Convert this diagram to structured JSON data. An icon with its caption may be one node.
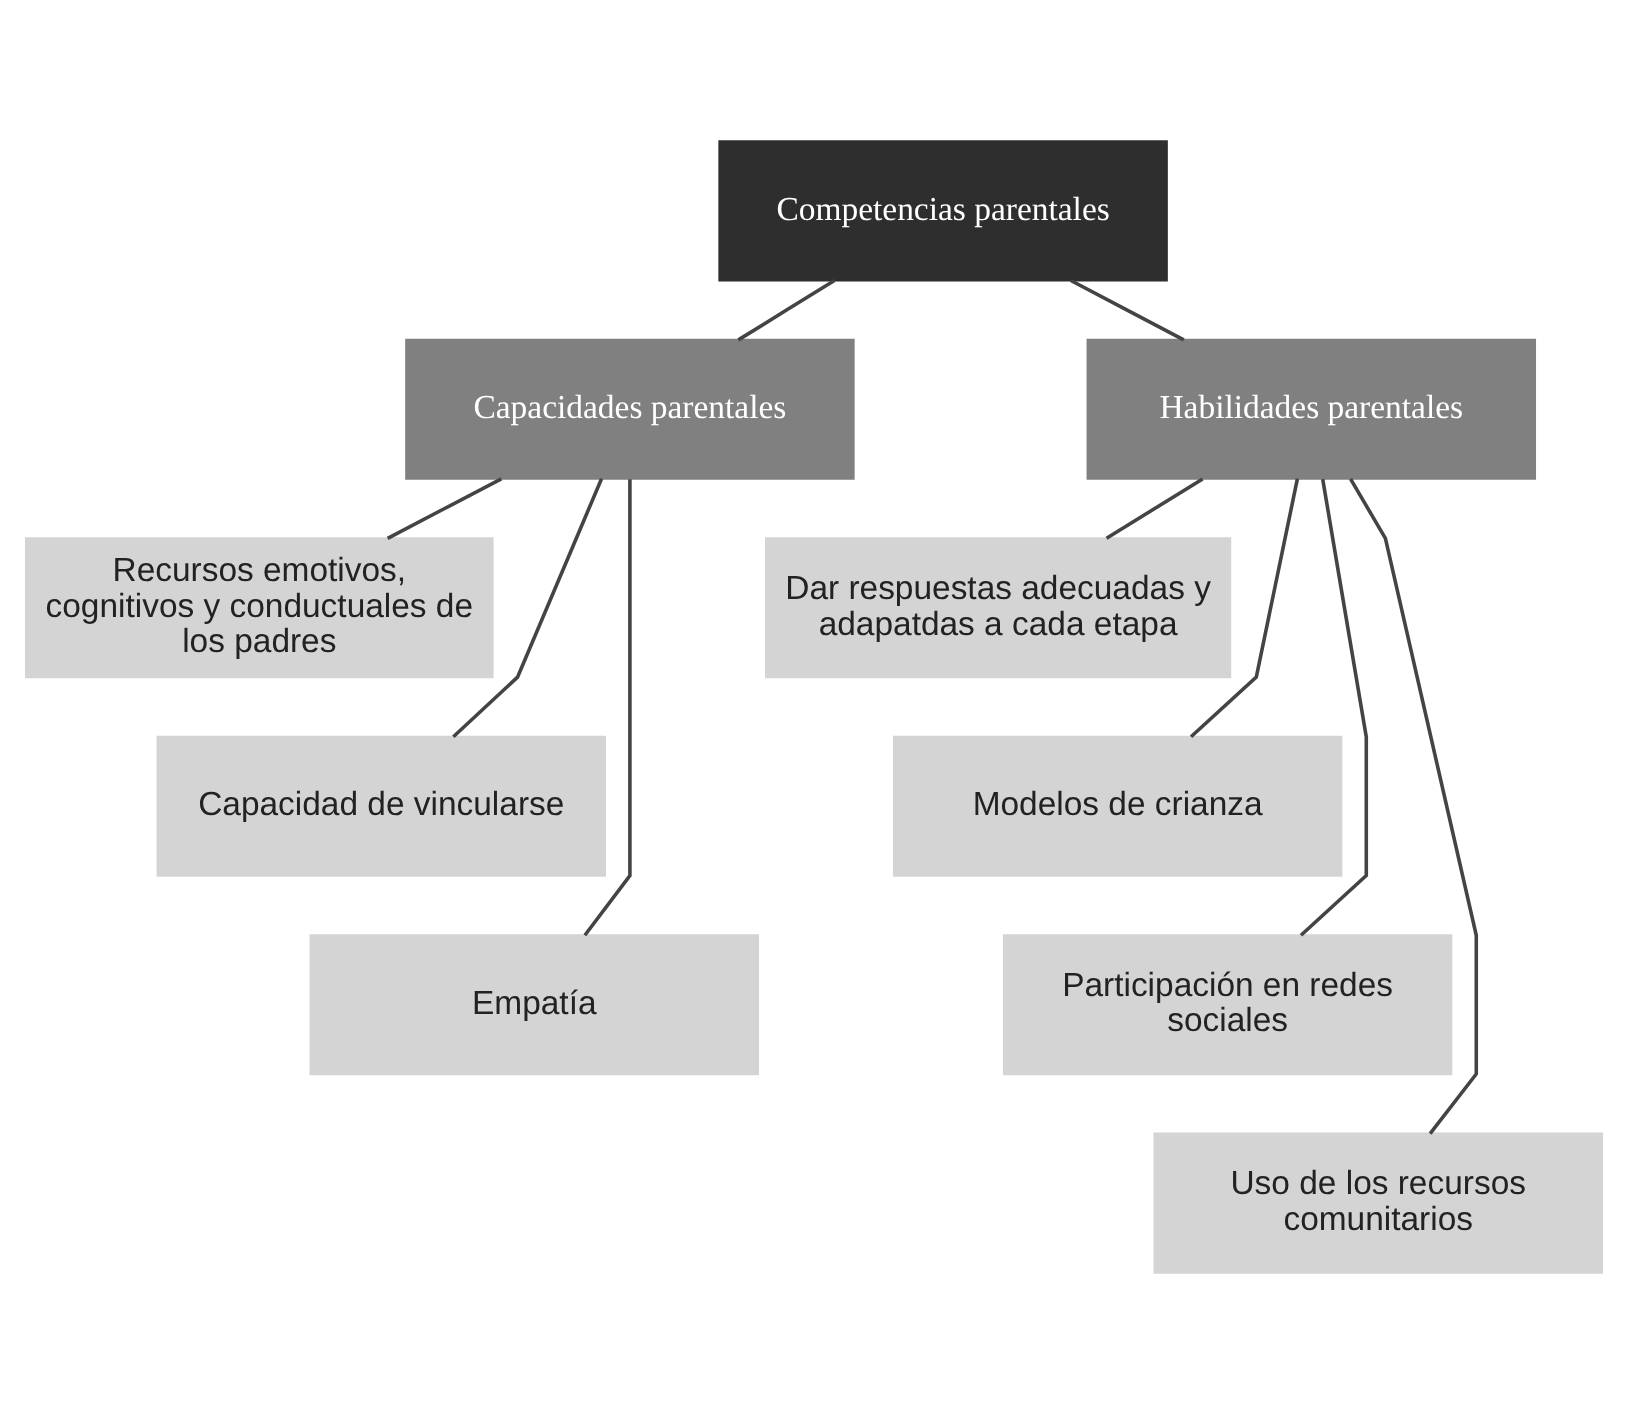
{
  "diagram": {
    "nodes": [
      {
        "text": [
          "Competencias parentales"
        ]
      },
      {
        "text": [
          "Capacidades parentales"
        ]
      },
      {
        "text": [
          "Habilidades parentales"
        ]
      },
      {
        "text": [
          "Recursos emotivos, cognitivos y conductuales de los padres"
        ]
      },
      {
        "text": [
          "Dar respuestas adecuadas y adapatdas a cada etapa"
        ]
      },
      {
        "text": [
          "Capacidad de vincularse"
        ]
      },
      {
        "text": [
          "Modelos de crianza"
        ]
      },
      {
        "text": [
          "Empatía"
        ]
      },
      {
        "text": [
          "Participación en redes sociales"
        ]
      },
      {
        "text": [
          "Uso de los recursos comunitarios"
        ]
      }
    ],
    "edges": [
      {
        "from": 0,
        "to": 1,
        "arrow": "none"
      },
      {
        "from": 0,
        "to": 2,
        "arrow": "none"
      },
      {
        "from": 1,
        "to": 3,
        "arrow": "none"
      },
      {
        "from": 2,
        "to": 4,
        "arrow": "none"
      },
      {
        "from": 1,
        "to": 5,
        "arrow": "none"
      },
      {
        "from": 2,
        "to": 6,
        "arrow": "none"
      },
      {
        "from": 1,
        "to": 7,
        "arrow": "none"
      },
      {
        "from": 2,
        "to": 8,
        "arrow": "none"
      },
      {
        "from": 2,
        "to": 9,
        "arrow": "none"
      }
    ]
  }
}
